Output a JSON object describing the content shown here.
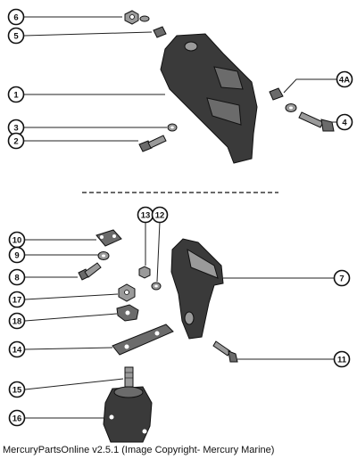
{
  "credit": "MercuryPartsOnline v2.5.1 (Image Copyright- Mercury Marine)",
  "callouts": {
    "c6": "6",
    "c5": "5",
    "c1": "1",
    "c3": "3",
    "c2": "2",
    "c4a": "4A",
    "c4": "4",
    "c13": "13",
    "c12": "12",
    "c10": "10",
    "c9": "9",
    "c8": "8",
    "c7": "7",
    "c17": "17",
    "c18": "18",
    "c14": "14",
    "c11": "11",
    "c15": "15",
    "c16": "16"
  }
}
